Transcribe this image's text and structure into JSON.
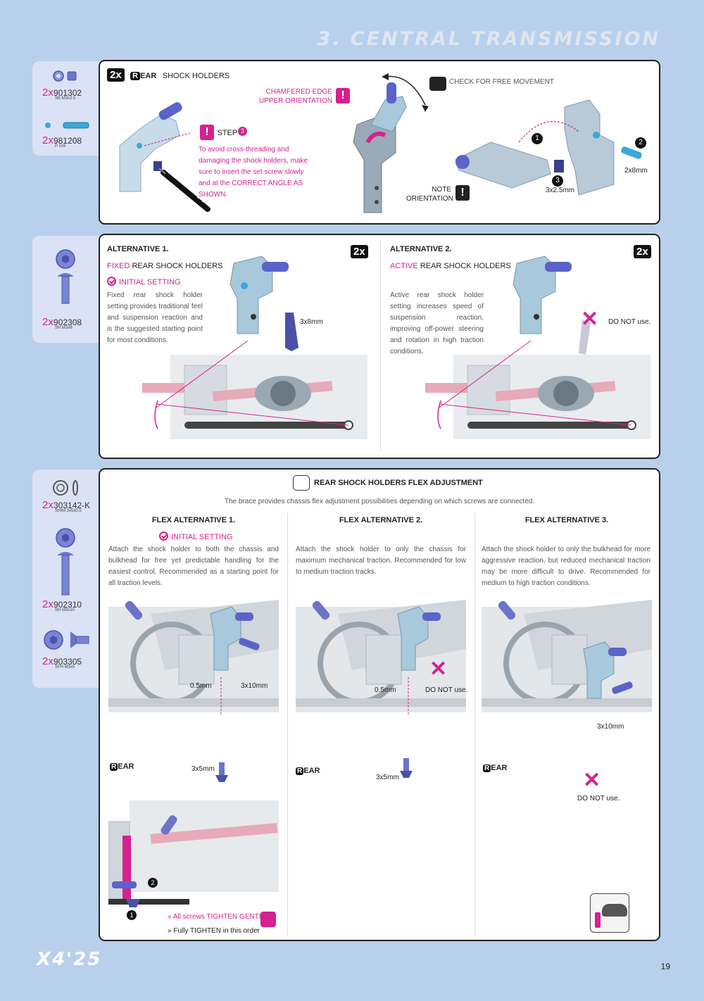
{
  "page": {
    "title": "3. CENTRAL TRANSMISSION",
    "brand": "X4'25",
    "number": "19"
  },
  "colors": {
    "accent": "#d6218e",
    "part_blue": "#5a64c8",
    "part_light": "#9cc0d8",
    "background": "#b8d0ec"
  },
  "side1": {
    "parts": [
      {
        "qty": "2x",
        "number": "901302",
        "spec": "SB M3x2.5"
      },
      {
        "qty": "2x",
        "number": "981208",
        "spec": "P 2x8"
      }
    ]
  },
  "side2": {
    "parts": [
      {
        "qty": "2x",
        "number": "902308",
        "spec": "SH M3x8"
      }
    ]
  },
  "side3": {
    "parts": [
      {
        "qty": "2x",
        "number": "303142-K",
        "spec": "SHIM 3x5x0.5"
      },
      {
        "qty": "2x",
        "number": "902310",
        "spec": "SH M3x10"
      },
      {
        "qty": "2x",
        "number": "903305",
        "spec": "SFH M3x5"
      }
    ]
  },
  "panel1": {
    "qty": "2x",
    "rear_mark": "R",
    "rear_word": "EAR",
    "title": "SHOCK HOLDERS",
    "step_label": "STEP",
    "step_num": "3",
    "step_text": "To avoid cross-threading and damaging the shock holders, make sure to insert the set screw slowly and at the CORRECT ANGLE AS SHOWN.",
    "tool": "1.5mm",
    "chamfer_note": "CHAMFERED EDGE UPPER ORIENTATION",
    "check_note": "CHECK FOR FREE MOVEMENT",
    "note_orientation": "NOTE ORIENTATION",
    "callout1": "1",
    "callout2": "2",
    "callout3": "3",
    "pin_size": "2x8mm",
    "screw_size": "3x2.5mm"
  },
  "panel2": {
    "alt1": {
      "heading": "ALTERNATIVE 1.",
      "qty": "2x",
      "kind": "FIXED",
      "subtitle": "REAR SHOCK HOLDERS",
      "initial": "INITIAL SETTING",
      "text": "Fixed rear shock holder setting provides traditional feel and suspension reaction and is the suggested starting point for most conditions.",
      "screw": "3x8mm"
    },
    "alt2": {
      "heading": "ALTERNATIVE 2.",
      "qty": "2x",
      "kind": "ACTIVE",
      "subtitle": "REAR SHOCK HOLDERS",
      "text": "Active rear shock holder setting increases speed of suspension reaction, improving off-power steering and rotation in high traction conditions.",
      "do_not": "DO NOT use."
    }
  },
  "panel3": {
    "title": "REAR SHOCK HOLDERS FLEX ADJUSTMENT",
    "intro": "The brace provides chassis flex adjustment possibilities depending on which screws are connected.",
    "alt1": {
      "heading": "FLEX ALTERNATIVE 1.",
      "initial": "INITIAL SETTING",
      "text": "Attach the shock holder to both the chassis and bulkhead for free yet predictable handling for the easiest control. Recommended as a starting point for all traction levels.",
      "shim": "0.5mm",
      "screw_top": "3x10mm",
      "rear_mark": "R",
      "rear_word": "EAR",
      "screw_bottom": "3x5mm",
      "c1": "1",
      "c2": "2",
      "note1": "» All screws TIGHTEN GENTLY",
      "note2": "» Fully TIGHTEN in this order"
    },
    "alt2": {
      "heading": "FLEX ALTERNATIVE 2.",
      "text": "Attach the shock holder to only the chassis for maximum mechanical traction. Recommended for low to medium traction tracks.",
      "shim": "0.5mm",
      "do_not": "DO NOT use.",
      "rear_mark": "R",
      "rear_word": "EAR",
      "screw_bottom": "3x5mm"
    },
    "alt3": {
      "heading": "FLEX ALTERNATIVE 3.",
      "text": "Attach the shock holder to only the bulkhead for more aggressive reaction, but reduced mechanical traction may be more difficult to drive. Recommended for medium to high traction conditions.",
      "screw_top": "3x10mm",
      "rear_mark": "R",
      "rear_word": "EAR",
      "do_not": "DO NOT use."
    }
  }
}
